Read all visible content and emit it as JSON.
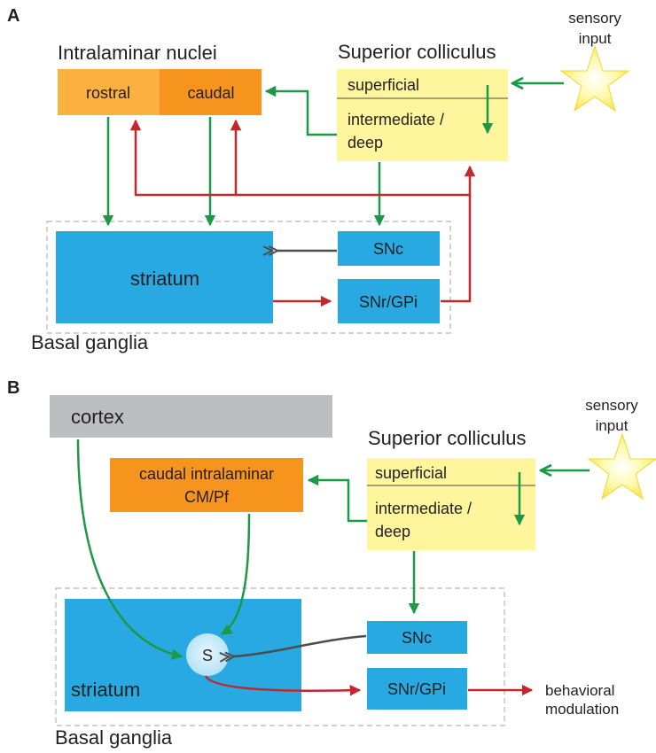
{
  "panel_a": {
    "letter": "A",
    "intralaminar_title": "Intralaminar nuclei",
    "rostral": "rostral",
    "caudal": "caudal",
    "sc_title": "Superior colliculus",
    "superficial": "superficial",
    "intermediate_line1": "intermediate /",
    "intermediate_line2": "deep",
    "sensory_line1": "sensory",
    "sensory_line2": "input",
    "striatum": "striatum",
    "snc": "SNc",
    "snr": "SNr/GPi",
    "basal_ganglia": "Basal ganglia"
  },
  "panel_b": {
    "letter": "B",
    "cortex": "cortex",
    "caudal_line1": "caudal intralaminar",
    "caudal_line2": "CM/Pf",
    "sc_title": "Superior colliculus",
    "superficial": "superficial",
    "intermediate_line1": "intermediate /",
    "intermediate_line2": "deep",
    "sensory_line1": "sensory",
    "sensory_line2": "input",
    "s_label": "S",
    "striatum": "striatum",
    "snc": "SNc",
    "snr": "SNr/GPi",
    "behavior_line1": "behavioral",
    "behavior_line2": "modulation",
    "basal_ganglia": "Basal ganglia"
  },
  "colors": {
    "excitatory": "#1a9a47",
    "inhibitory": "#c1272d",
    "dopaminergic": "#4d4d4d",
    "blue": "#29a9e1",
    "orange": "#f7941d",
    "orange_light": "#fbb040",
    "yellow": "#fff59d",
    "gray": "#bcbec0"
  }
}
